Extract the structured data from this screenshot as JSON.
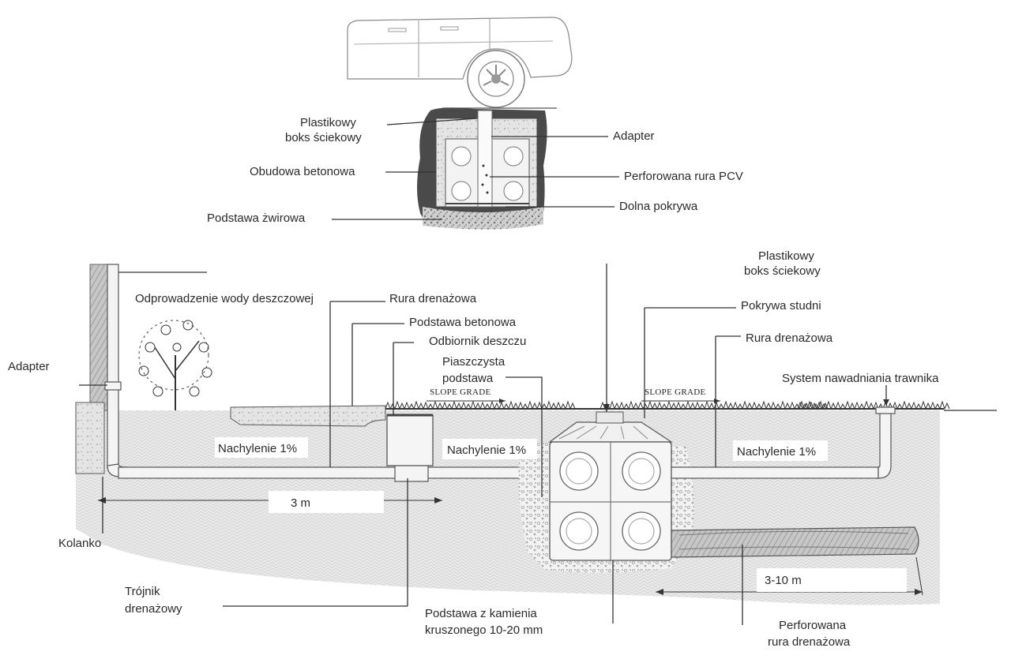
{
  "top_detail": {
    "plastic_box": [
      "Plastikowy",
      "boks ściekowy"
    ],
    "adapter": "Adapter",
    "concrete_casing": "Obudowa betonowa",
    "perforated_pvc": "Perforowana rura PCV",
    "gravel_base": "Podstawa żwirowa",
    "bottom_cover": "Dolna pokrywa"
  },
  "section": {
    "rain_downpipe": "Odprowadzenie wody deszczowej",
    "drain_pipe_left": "Rura drenażowa",
    "concrete_base": "Podstawa betonowa",
    "rain_receiver": "Odbiornik deszczu",
    "sandy_base": [
      "Piaszczysta",
      "podstawa"
    ],
    "plastic_box": [
      "Plastikowy",
      "boks ściekowy"
    ],
    "well_cover": "Pokrywa studni",
    "drain_pipe_right": "Rura drenażowa",
    "lawn_irrigation": "System nawadniania trawnika",
    "adapter": "Adapter",
    "slope_left": "Nachylenie 1%",
    "slope_mid": "Nachylenie 1%",
    "slope_right": "Nachylenie 1%",
    "slope_grade_1": "SLOPE GRADE",
    "slope_grade_2": "SLOPE GRADE",
    "dist_3m": "3 m",
    "dist_3_10m": "3-10 m",
    "elbow": "Kolanko",
    "tee": [
      "Trójnik",
      "drenażowy"
    ],
    "stone_base": [
      "Podstawa z kamienia",
      "kruszonego 10-20 mm"
    ],
    "perforated_drain": [
      "Perforowana",
      "rura drenażowa"
    ]
  },
  "colors": {
    "soil": "#e6e6e6",
    "gravel": "#9a9a9a",
    "grass": "#3a3a3a",
    "line": "#333333"
  }
}
